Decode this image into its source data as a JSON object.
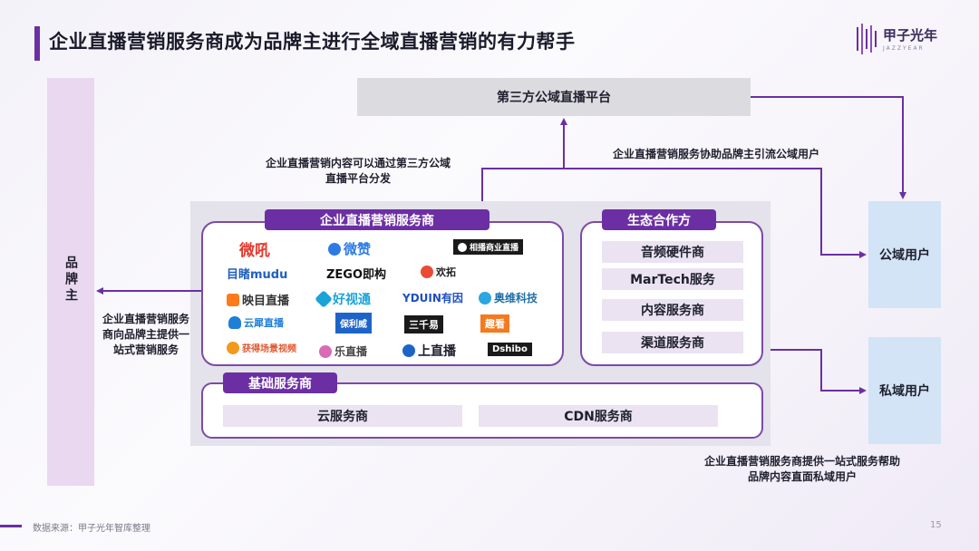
{
  "page": {
    "title": "企业直播营销服务商成为品牌主进行全域直播营销的有力帮手",
    "page_number": "15",
    "source": "数据来源：甲子光年智库整理"
  },
  "logo": {
    "text": "甲子光年",
    "subtext": "JAZZYEAR",
    "brand_color": "#6b2fa3"
  },
  "diagram": {
    "brand_owner": "品牌主",
    "third_party_platform": "第三方公域直播平台",
    "public_users": "公域用户",
    "private_users": "私域用户",
    "notes": {
      "distribute_line1": "企业直播营销内容可以通过第三方公域",
      "distribute_line2": "直播平台分发",
      "traffic": "企业直播营销服务协助品牌主引流公域用户",
      "brand_service_line1": "企业直播营销服务",
      "brand_service_line2": "商向品牌主提供一",
      "brand_service_line3": "站式营销服务",
      "private_line1": "企业直播营销服务商提供一站式服务帮助",
      "private_line2": "品牌内容直面私域用户"
    },
    "provider_section": {
      "header": "企业直播营销服务商",
      "vendors": [
        {
          "name": "微吼",
          "icon": "weihou-logo"
        },
        {
          "name": "微赞",
          "icon": "weizan-logo"
        },
        {
          "name": "相播商业直播",
          "icon": "xiangbo-logo"
        },
        {
          "name": "目睹mudu",
          "icon": "mudu-logo"
        },
        {
          "name": "ZEGO即构",
          "icon": "zego-logo"
        },
        {
          "name": "欢拓",
          "icon": "huantuo-logo"
        },
        {
          "name": "映目直播",
          "icon": "yingmu-logo"
        },
        {
          "name": "好视通",
          "icon": "haoshitong-logo"
        },
        {
          "name": "YDUIN有因",
          "icon": "yduin-logo"
        },
        {
          "name": "奥维科技",
          "icon": "aowei-logo"
        },
        {
          "name": "云犀直播",
          "icon": "yunxi-logo"
        },
        {
          "name": "保利威",
          "icon": "polyv-logo"
        },
        {
          "name": "三千易",
          "icon": "sanqian-logo"
        },
        {
          "name": "趣看",
          "icon": "qukan-logo"
        },
        {
          "name": "获得场景视频",
          "icon": "huode-logo"
        },
        {
          "name": "乐直播",
          "icon": "lezhibo-logo"
        },
        {
          "name": "上直播",
          "icon": "shangzhibo-logo"
        },
        {
          "name": "Dshibo",
          "icon": "dshibo-logo"
        }
      ]
    },
    "ecosystem_section": {
      "header": "生态合作方",
      "items": [
        "音频硬件商",
        "MarTech服务",
        "内容服务商",
        "渠道服务商"
      ]
    },
    "base_section": {
      "header": "基础服务商",
      "items": [
        "云服务商",
        "CDN服务商"
      ]
    }
  }
}
